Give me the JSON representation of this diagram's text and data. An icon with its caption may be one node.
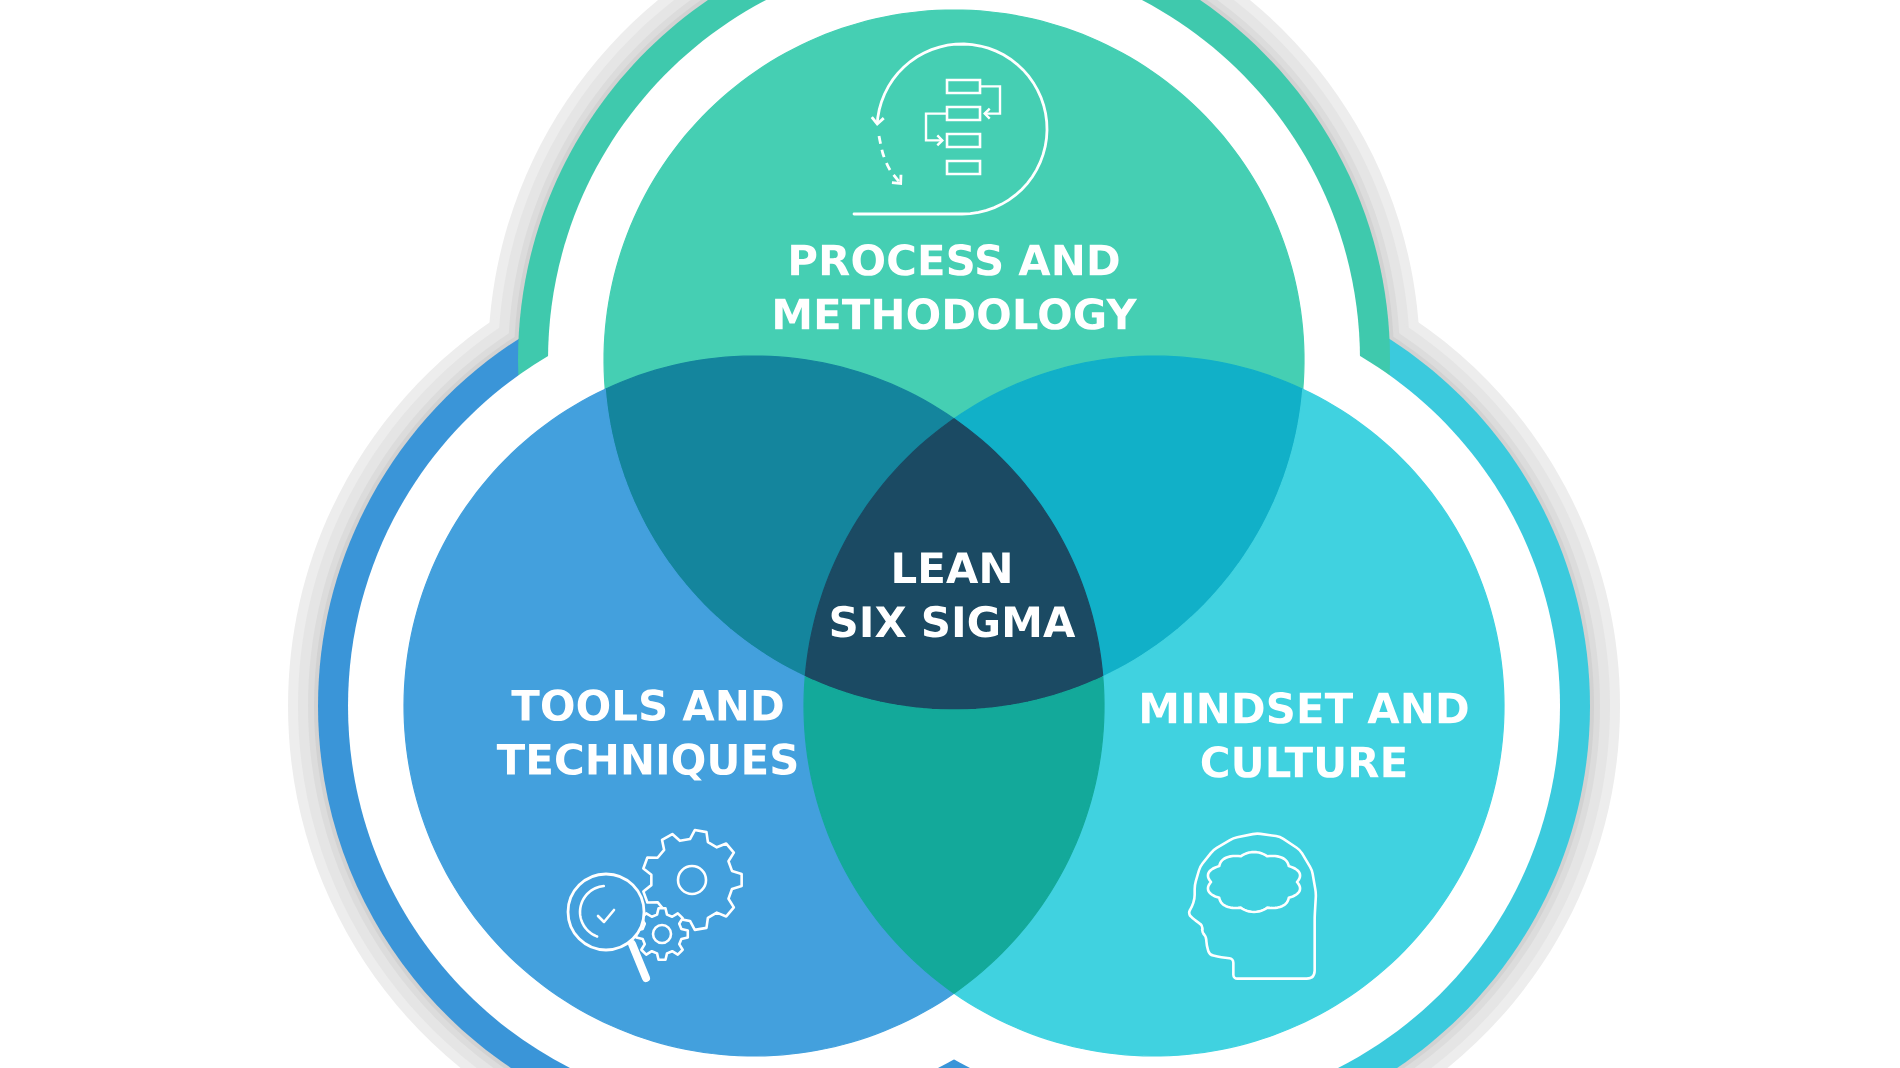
{
  "diagram": {
    "nodes": [
      {
        "text": [
          "PROCESS AND METHODOLOGY"
        ]
      },
      {
        "text": [],
        "shape": "lens"
      },
      {
        "text": [],
        "shape": "lens"
      },
      {
        "text": [
          "LEAN SIX SIGMA"
        ]
      },
      {
        "text": [
          "TOOLS AND TECHNIQUES"
        ]
      },
      {
        "text": [
          "MINDSET AND CULTURE"
        ]
      },
      {
        "text": [],
        "shape": "lens"
      }
    ]
  }
}
